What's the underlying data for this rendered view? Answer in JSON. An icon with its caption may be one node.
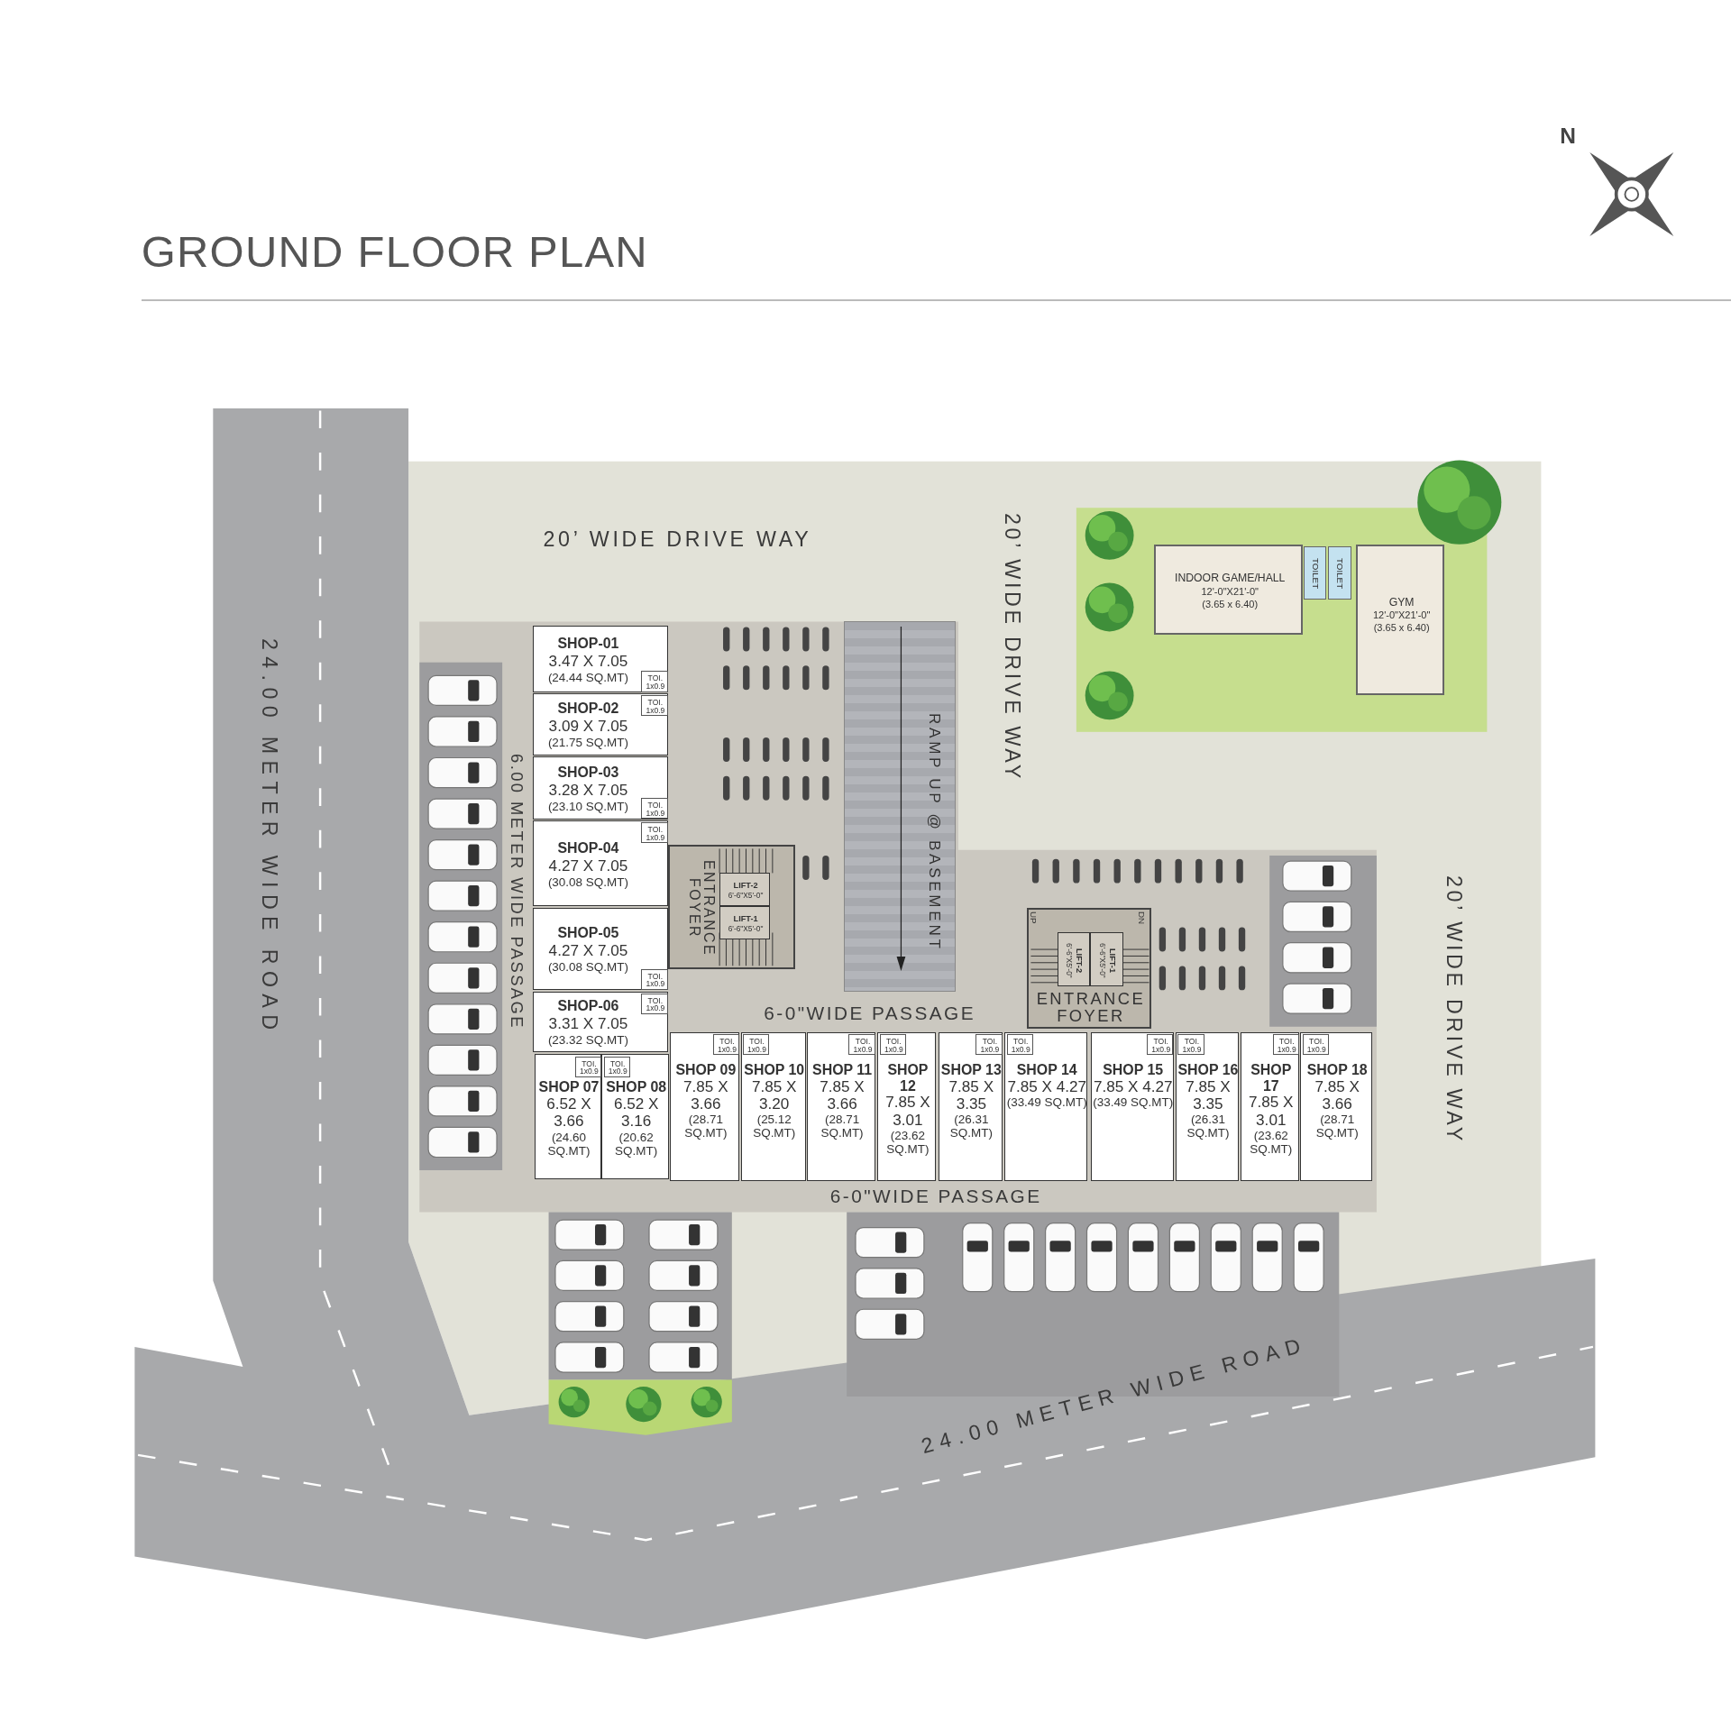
{
  "diagram": {
    "title": "GROUND FLOOR PLAN",
    "nodes": [
      {
        "text": [
          "INDOOR GAME/HALL",
          "12'-0\"X21'-0\"",
          "(3.65 x 6.40)"
        ]
      },
      {
        "text": [
          "TOILET"
        ]
      },
      {
        "text": [
          "TOILET"
        ]
      },
      {
        "text": [
          "GYM",
          "12'-0\"X21'-0\"",
          "(3.65 x 6.40)"
        ]
      },
      {
        "text": [
          "SHOP-01",
          "3.47 X 7.05",
          "(24.44 SQ.MT)"
        ]
      },
      {
        "text": [
          "TOI. 1x0.9"
        ],
        "in": 4
      },
      {
        "text": [
          "SHOP-02",
          "3.09 X 7.05",
          "(21.75 SQ.MT)"
        ]
      },
      {
        "text": [
          "TOI. 1x0.9"
        ],
        "in": 6
      },
      {
        "text": [
          "SHOP-03",
          "3.28 X 7.05",
          "(23.10 SQ.MT)"
        ]
      },
      {
        "text": [
          "TOI. 1x0.9"
        ],
        "in": 8
      },
      {
        "text": [
          "SHOP-04",
          "4.27 X 7.05",
          "(30.08 SQ.MT)"
        ]
      },
      {
        "text": [
          "TOI. 1x0.9"
        ],
        "in": 10
      },
      {
        "text": [
          "SHOP-05",
          "4.27 X 7.05",
          "(30.08 SQ.MT)"
        ]
      },
      {
        "text": [
          "TOI. 1x0.9"
        ],
        "in": 12
      },
      {
        "text": [
          "SHOP-06",
          "3.31 X 7.05",
          "(23.32 SQ.MT)"
        ]
      },
      {
        "text": [
          "TOI. 1x0.9"
        ],
        "in": 14
      },
      {
        "text": [
          "RAMP UP @ BASEMENT"
        ]
      },
      {
        "text": [
          "ENTRANCE FOYER"
        ]
      },
      {
        "text": [
          "LIFT-2",
          "6'-6\"X5'-0\""
        ],
        "in": 17
      },
      {
        "text": [
          "LIFT-1",
          "6'-6\"X5'-0\""
        ],
        "in": 17
      },
      {
        "text": [
          "ENTRANCE FOYER"
        ]
      },
      {
        "text": [
          "LIFT-2",
          "6'-6\"X5'-0\""
        ],
        "in": 20
      },
      {
        "text": [
          "LIFT-1",
          "6'-6\"X5'-0\""
        ],
        "in": 20
      },
      {
        "text": [
          "SHOP 07",
          "6.52 X 3.66",
          "(24.60 SQ.MT)"
        ]
      },
      {
        "text": [
          "TOI. 1x0.9"
        ],
        "in": 23
      },
      {
        "text": [
          "SHOP 08",
          "6.52 X 3.16",
          "(20.62 SQ.MT)"
        ]
      },
      {
        "text": [
          "TOI. 1x0.9"
        ],
        "in": 25
      },
      {
        "text": [
          "SHOP 09",
          "7.85 X 3.66",
          "(28.71 SQ.MT)"
        ]
      },
      {
        "text": [
          "TOI. 1x0.9"
        ],
        "in": 27
      },
      {
        "text": [
          "SHOP 10",
          "7.85 X 3.20",
          "(25.12 SQ.MT)"
        ]
      },
      {
        "text": [
          "TOI. 1x0.9"
        ],
        "in": 29
      },
      {
        "text": [
          "SHOP 11",
          "7.85 X 3.66",
          "(28.71 SQ.MT)"
        ]
      },
      {
        "text": [
          "TOI. 1x0.9"
        ],
        "in": 31
      },
      {
        "text": [
          "SHOP 12",
          "7.85 X 3.01",
          "(23.62 SQ.MT)"
        ]
      },
      {
        "text": [
          "TOI. 1x0.9"
        ],
        "in": 33
      },
      {
        "text": [
          "SHOP 13",
          "7.85 X 3.35",
          "(26.31 SQ.MT)"
        ]
      },
      {
        "text": [
          "TOI. 1x0.9"
        ],
        "in": 35
      },
      {
        "text": [
          "SHOP 14",
          "7.85 X 4.27",
          "(33.49 SQ.MT)"
        ]
      },
      {
        "text": [
          "TOI. 1x0.9"
        ],
        "in": 37
      },
      {
        "text": [
          "SHOP 15",
          "7.85 X 4.27",
          "(33.49 SQ.MT)"
        ]
      },
      {
        "text": [
          "TOI. 1x0.9"
        ],
        "in": 39
      },
      {
        "text": [
          "SHOP 16",
          "7.85 X 3.35",
          "(26.31 SQ.MT)"
        ]
      },
      {
        "text": [
          "TOI. 1x0.9"
        ],
        "in": 41
      },
      {
        "text": [
          "SHOP 17",
          "7.85 X 3.01",
          "(23.62 SQ.MT)"
        ]
      },
      {
        "text": [
          "TOI. 1x0.9"
        ],
        "in": 43
      },
      {
        "text": [
          "SHOP 18",
          "7.85 X 3.66",
          "(28.71 SQ.MT)"
        ]
      },
      {
        "text": [
          "TOI. 1x0.9"
        ],
        "in": 45
      }
    ],
    "labels": [
      "N",
      "20’ WIDE DRIVE WAY",
      "20’ WIDE DRIVE WAY",
      "20’ WIDE DRIVE WAY",
      "24.00 METER WIDE ROAD",
      "24.00 METER WIDE ROAD",
      "6.00 METER WIDE PASSAGE",
      "UP",
      "DN",
      "6-0\"WIDE PASSAGE",
      "6-0\"WIDE PASSAGE"
    ]
  }
}
